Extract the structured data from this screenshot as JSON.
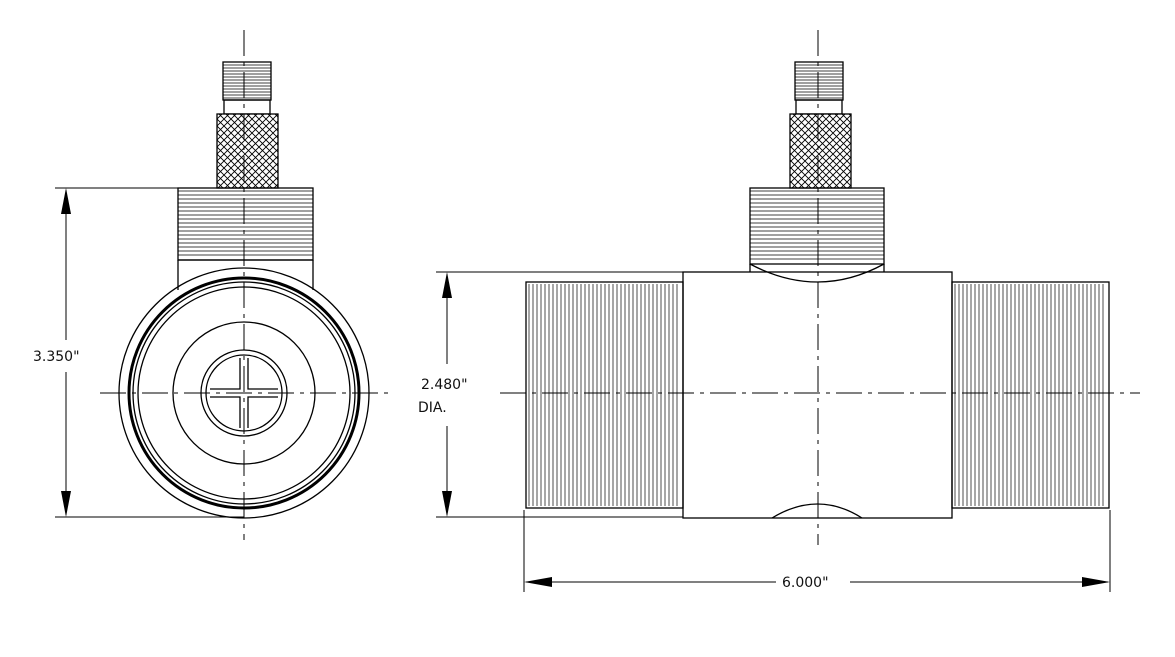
{
  "drawing": {
    "dimensions": {
      "height": "3.350\"",
      "diameter_value": "2.480\"",
      "diameter_suffix": "DIA.",
      "length": "6.000\""
    }
  }
}
